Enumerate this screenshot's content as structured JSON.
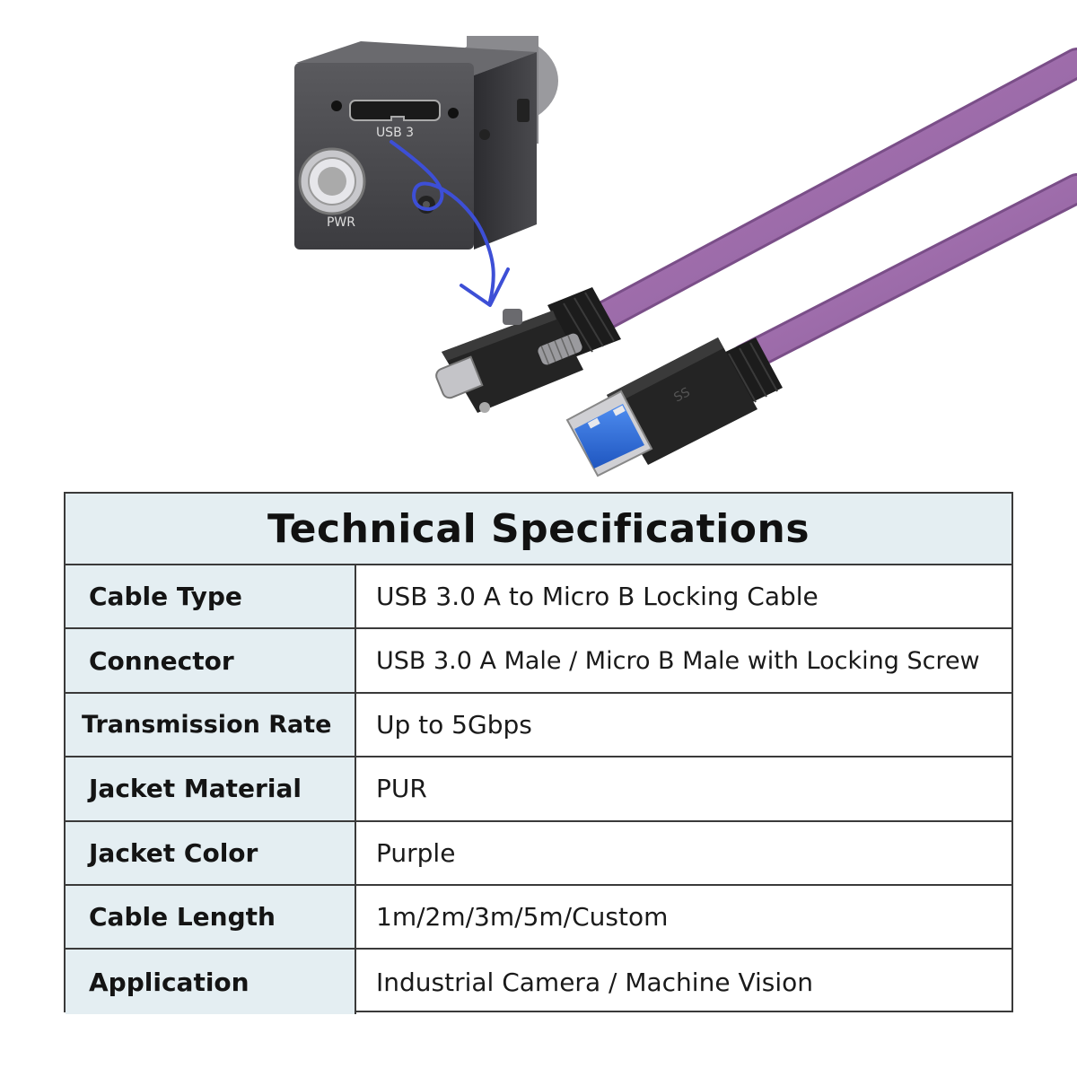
{
  "camera": {
    "usb_label": "USB 3",
    "pwr_label": "PWR"
  },
  "colors": {
    "cable": "#9a6aa6",
    "arrow": "#3d4fd6",
    "table_header_bg": "#e4eef2",
    "usb3_blue": "#2f6fe0"
  },
  "icons": [
    "curved-arrow-icon",
    "usb-a-connector",
    "micro-b-connector",
    "industrial-camera"
  ],
  "specs": {
    "title": "Technical Specifications",
    "rows": [
      {
        "label": "Cable Type",
        "value": "USB 3.0 A to Micro B Locking Cable"
      },
      {
        "label": "Connector",
        "value": "USB 3.0 A Male / Micro B Male with Locking Screw"
      },
      {
        "label": "Transmission Rate",
        "value": "Up to 5Gbps"
      },
      {
        "label": "Jacket Material",
        "value": "PUR"
      },
      {
        "label": "Jacket Color",
        "value": "Purple"
      },
      {
        "label": "Cable Length",
        "value": "1m/2m/3m/5m/Custom"
      },
      {
        "label": "Application",
        "value": "Industrial Camera / Machine Vision"
      }
    ]
  }
}
